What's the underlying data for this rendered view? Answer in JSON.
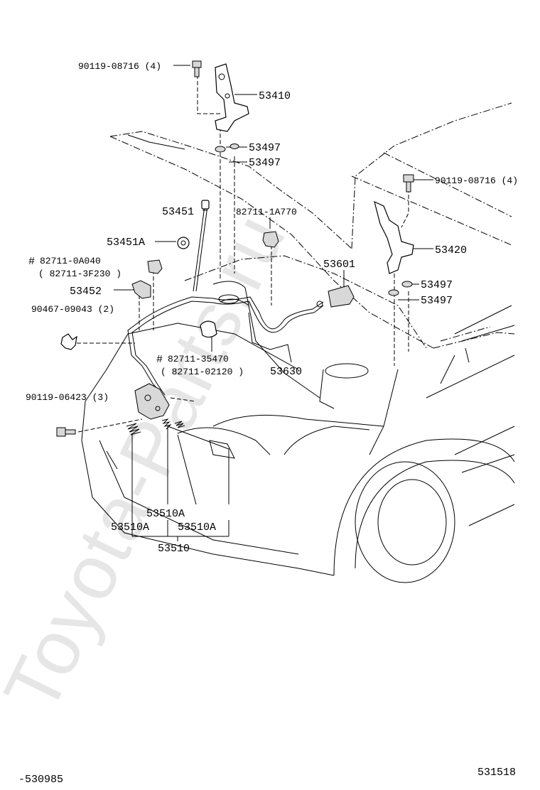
{
  "watermark": "Toyota-Parts.ru",
  "parts": {
    "bolt_top": "90119-08716 (4)",
    "hinge_left": "53410",
    "washer_a": "53497",
    "washer_b": "53497",
    "bolt_right": "90119-08716 (4)",
    "clamp_1a770": "82711-1A770",
    "hinge_right": "53420",
    "washer_c": "53497",
    "washer_d": "53497",
    "support_rod": "53451",
    "grommet": "53451A",
    "clamp_0a040": "82711-0A040",
    "clamp_3f230": "( 82711-3F230 )",
    "clamp_mark_1": "#",
    "holder": "53452",
    "clip_09043": "90467-09043 (2)",
    "lever": "53601",
    "clamp_35470": "82711-35470",
    "clamp_02120": "( 82711-02120 )",
    "clamp_mark_2": "#",
    "cable": "53630",
    "bolt_lock": "90119-06423 (3)",
    "spring_mid": "53510A",
    "spring_left": "53510A",
    "spring_right": "53510A",
    "lock_assy": "53510"
  },
  "footer": {
    "left_code": "-530985",
    "right_code": "531518"
  }
}
